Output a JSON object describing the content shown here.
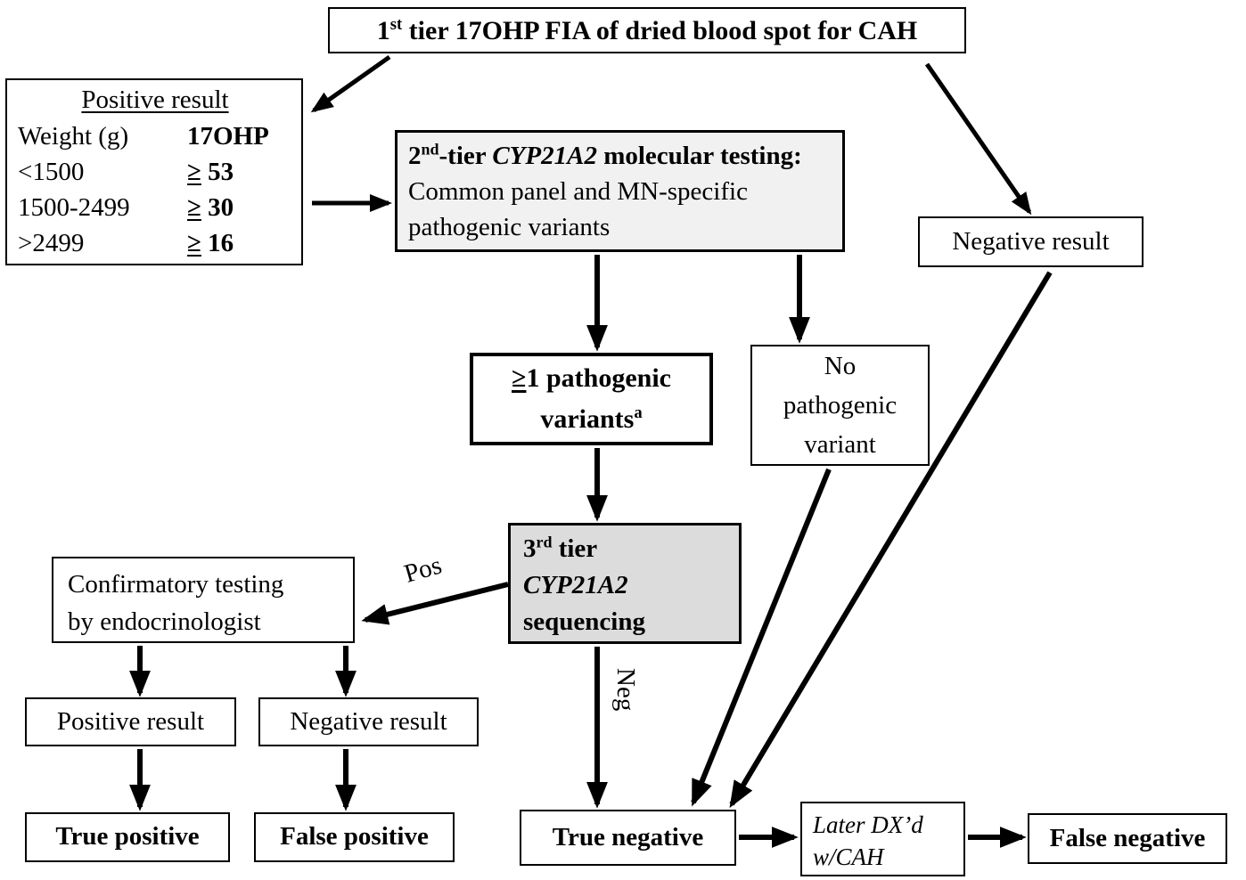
{
  "nodes": {
    "tier1": {
      "pre": "1",
      "sup": "st",
      "post": " tier 17OHP FIA of dried blood spot for CAH"
    },
    "positive_table": {
      "title": "Positive result",
      "col1_header": "Weight (g)",
      "col2_header": "17OHP",
      "rows": [
        {
          "weight": "<1500",
          "geq": "≥",
          "value": "53"
        },
        {
          "weight": "1500-2499",
          "geq": "≥",
          "value": "30"
        },
        {
          "weight": ">2499",
          "geq": "≥",
          "value": "16"
        }
      ]
    },
    "tier2": {
      "pre": "2",
      "sup": "nd",
      "mid": "-tier ",
      "gene": "CYP21A2",
      "post": " molecular testing:",
      "line2": "Common  panel and MN-specific",
      "line3": "pathogenic variants"
    },
    "negative_result_top": {
      "label": "Negative result"
    },
    "ge1_pathogenic": {
      "geq": "≥",
      "line1_rest": "1 pathogenic",
      "line2": "variants",
      "sup": "a"
    },
    "no_pathogenic": {
      "line1": "No",
      "line2": "pathogenic",
      "line3": "variant"
    },
    "tier3": {
      "pre": "3",
      "sup": "rd",
      "post": " tier",
      "gene": "CYP21A2",
      "line3": "sequencing"
    },
    "confirmatory": {
      "line1": "Confirmatory testing",
      "line2": "by endocrinologist"
    },
    "positive_result_bottom": {
      "label": "Positive result"
    },
    "negative_result_bottom": {
      "label": "Negative result"
    },
    "true_positive": {
      "label": "True positive"
    },
    "false_positive": {
      "label": "False positive"
    },
    "true_negative": {
      "label": "True negative"
    },
    "later_dx": {
      "line1": "Later DX’d",
      "line2": "w/CAH"
    },
    "false_negative": {
      "label": "False negative"
    }
  },
  "edge_labels": {
    "pos": "Pos",
    "neg": "Neg"
  },
  "colors": {
    "tier2_fill": "#f1f1f1",
    "tier3_fill": "#dcdcdc",
    "line": "#000000"
  }
}
